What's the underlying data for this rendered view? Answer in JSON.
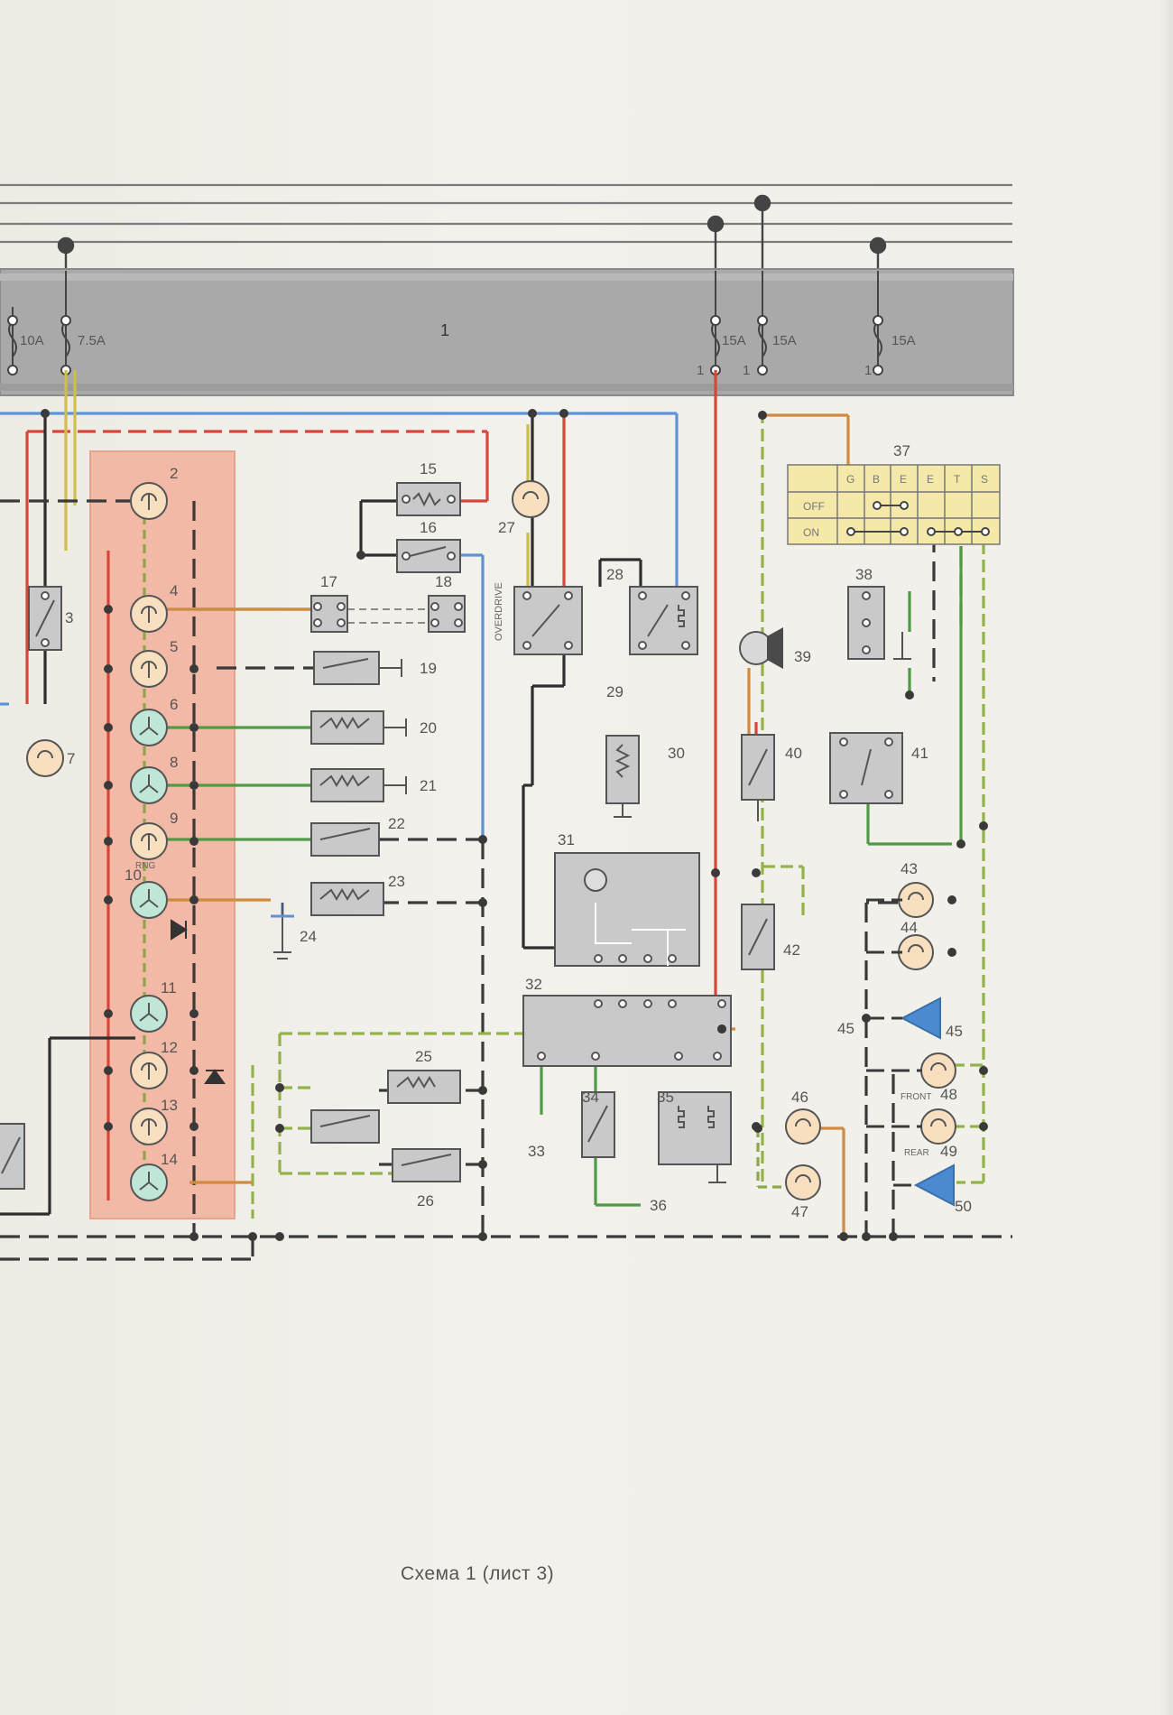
{
  "caption": "Схема 1 (лист 3)",
  "fuse_block": {
    "label": "1",
    "fuses": [
      {
        "rating": "10A",
        "pin": ""
      },
      {
        "rating": "7.5A",
        "pin": ""
      },
      {
        "rating": "15A",
        "pin": "1"
      },
      {
        "rating": "15A",
        "pin": "1"
      },
      {
        "rating": "15A",
        "pin": "1"
      }
    ]
  },
  "instrument_panel_items": [
    "2",
    "4",
    "5",
    "6",
    "8",
    "9",
    "10",
    "11",
    "12",
    "13",
    "14"
  ],
  "indicator_small_labels": {
    "item9": "RNG",
    "item48": "FRONT",
    "item49": "REAR"
  },
  "components": [
    "3",
    "7",
    "15",
    "16",
    "17",
    "18",
    "19",
    "20",
    "21",
    "22",
    "23",
    "24",
    "25",
    "26",
    "27",
    "28",
    "29",
    "30",
    "31",
    "32",
    "33",
    "34",
    "35",
    "36",
    "37",
    "38",
    "39",
    "40",
    "41",
    "42",
    "43",
    "44",
    "45",
    "46",
    "47",
    "48",
    "49",
    "50"
  ],
  "relay_28_vertical_label": "OVERDRIVE",
  "switch_37": {
    "label": "37",
    "columns": [
      "G",
      "B",
      "E",
      "E",
      "T",
      "S"
    ],
    "rows": [
      "OFF",
      "ON"
    ]
  },
  "wire_colors": {
    "black": "#2e2e2e",
    "red": "#d8453a",
    "blue": "#5c93d6",
    "green": "#4f9a45",
    "yellow": "#cdbf4a",
    "orange": "#d18a3f",
    "panel_bg": "#f2b9a6",
    "fuse_bar": "#a9a9a9"
  }
}
